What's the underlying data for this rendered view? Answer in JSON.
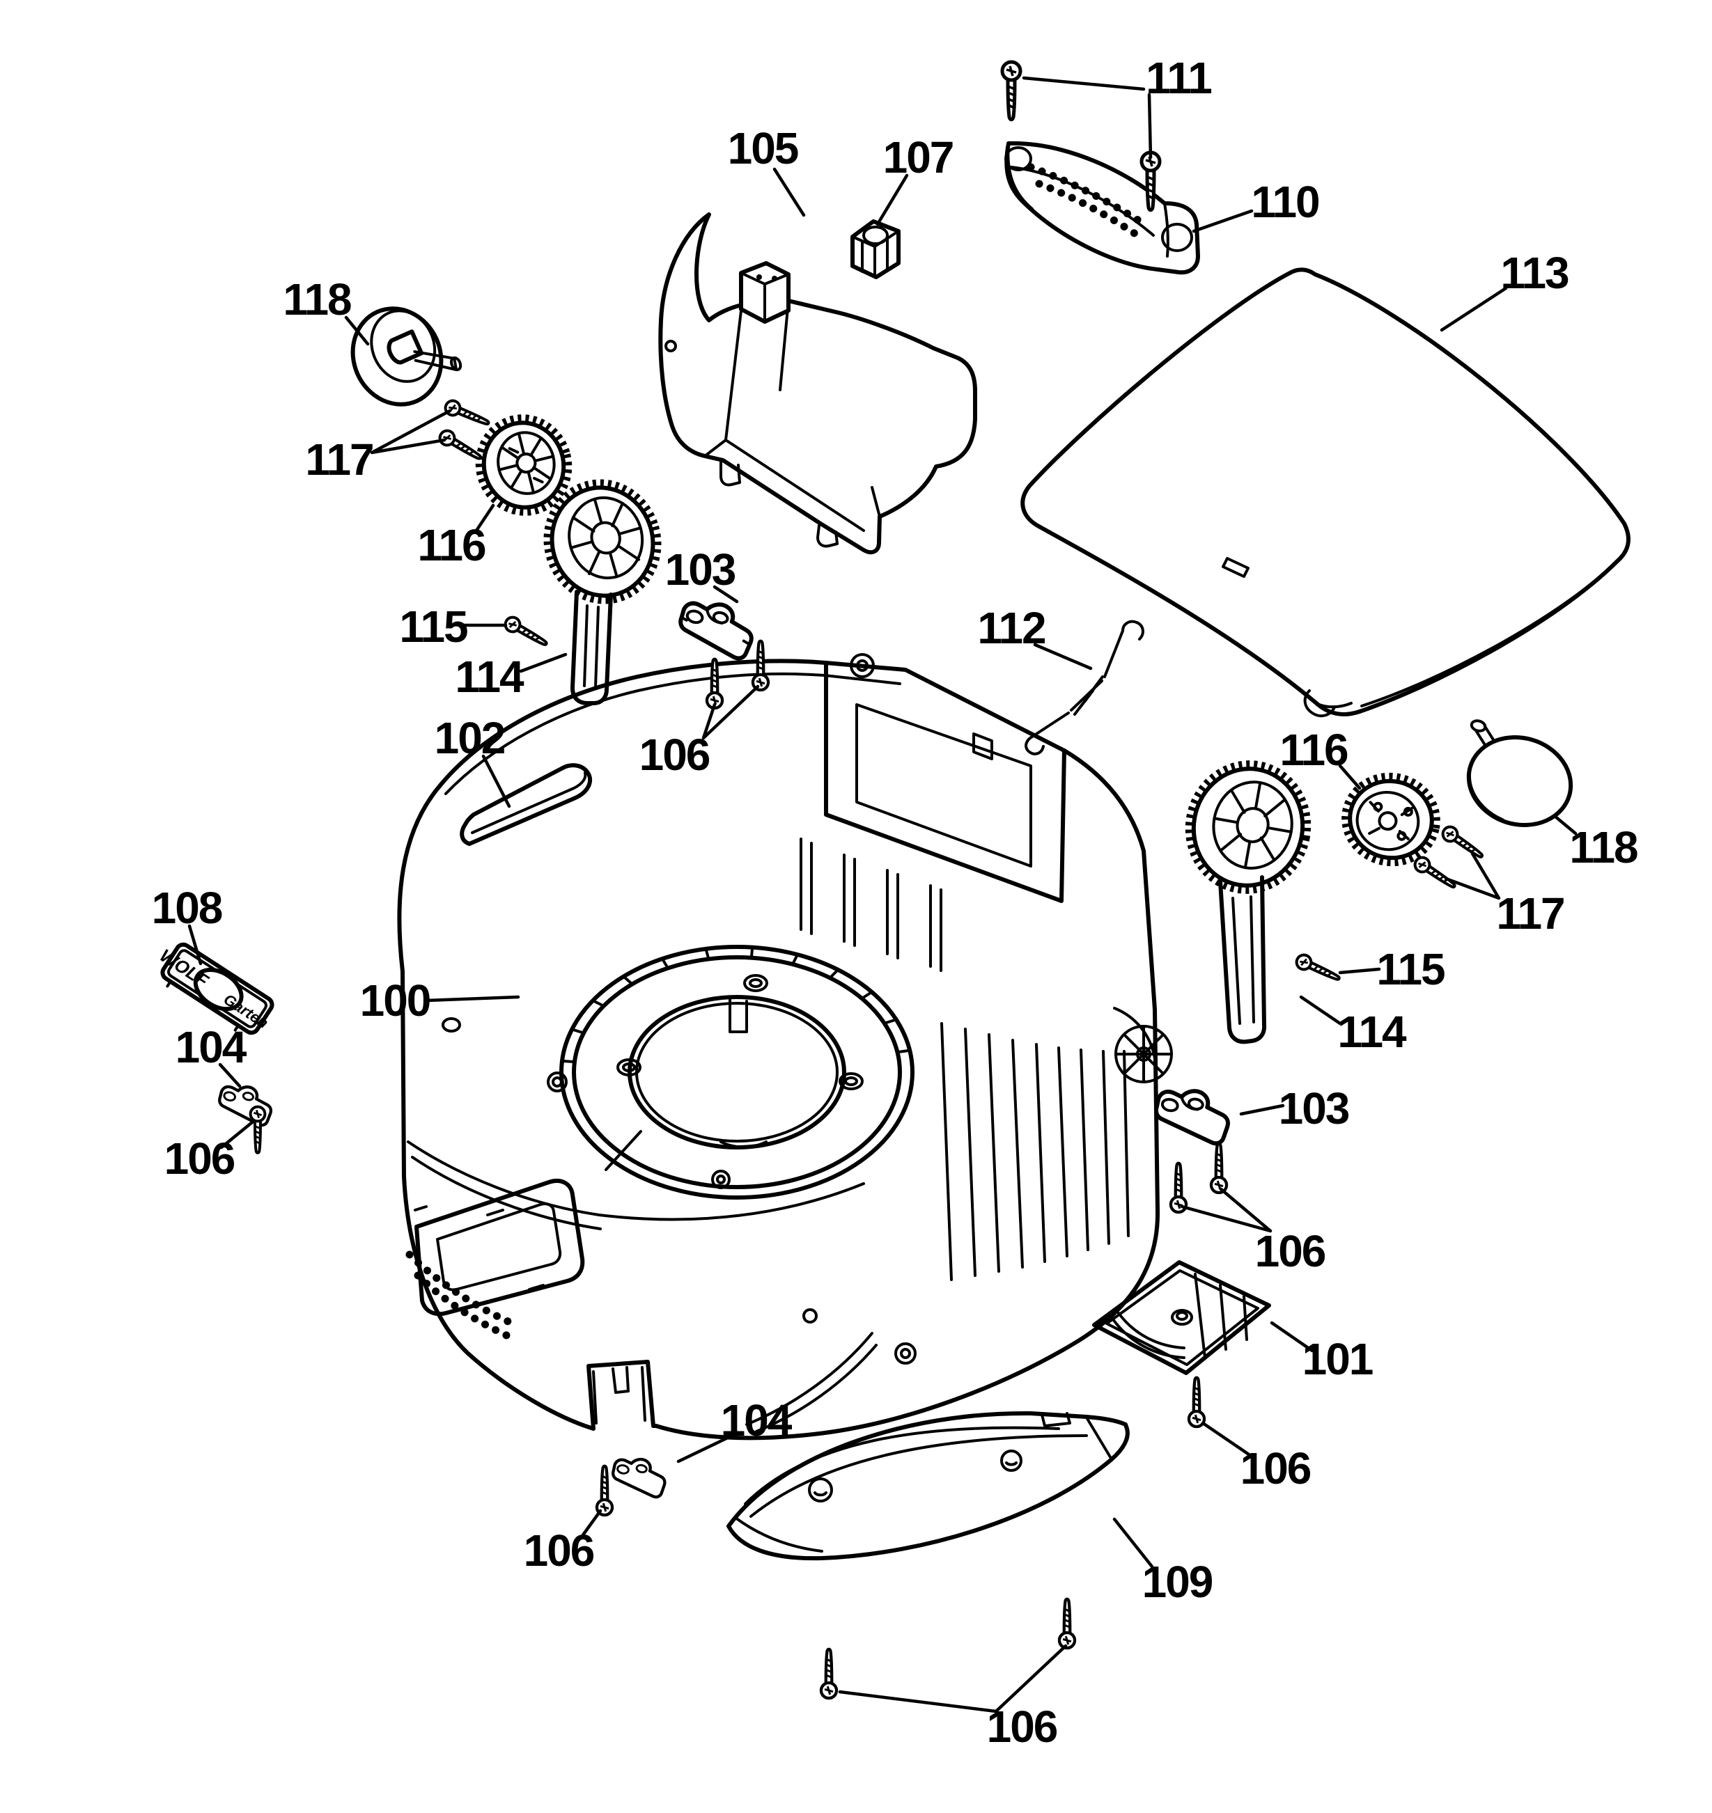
{
  "diagram": {
    "kind": "exploded-parts-diagram",
    "subject": "lawn mower deck assembly",
    "background_color": "#ffffff",
    "line_color": "#000000"
  },
  "brand_badge": {
    "top_text": "WOLF",
    "bottom_text": "Garten"
  },
  "callouts": [
    {
      "number": "100",
      "points_to": "mower-deck-housing"
    },
    {
      "number": "101",
      "points_to": "mulch-insert-grid"
    },
    {
      "number": "102",
      "points_to": "cover-strip"
    },
    {
      "number": "103",
      "points_to": "bearing-clamp-left"
    },
    {
      "number": "103",
      "points_to": "bearing-clamp-right"
    },
    {
      "number": "104",
      "points_to": "small-clamp-left"
    },
    {
      "number": "104",
      "points_to": "small-clamp-front"
    },
    {
      "number": "105",
      "points_to": "motor-cover"
    },
    {
      "number": "106",
      "points_to": "screws-left-middle"
    },
    {
      "number": "106",
      "points_to": "screw-left-lower"
    },
    {
      "number": "106",
      "points_to": "screws-right-middle"
    },
    {
      "number": "106",
      "points_to": "screw-below-grid"
    },
    {
      "number": "106",
      "points_to": "screw-bottom-left"
    },
    {
      "number": "106",
      "points_to": "screws-bottom-center"
    },
    {
      "number": "107",
      "points_to": "terminal-block"
    },
    {
      "number": "108",
      "points_to": "brand-badge"
    },
    {
      "number": "109",
      "points_to": "front-bumper"
    },
    {
      "number": "110",
      "points_to": "carry-handle"
    },
    {
      "number": "111",
      "points_to": "handle-screws"
    },
    {
      "number": "112",
      "points_to": "tension-spring"
    },
    {
      "number": "113",
      "points_to": "rear-flap-lid"
    },
    {
      "number": "114",
      "points_to": "wheel-gear-arm-left"
    },
    {
      "number": "114",
      "points_to": "wheel-gear-arm-right"
    },
    {
      "number": "115",
      "points_to": "arm-screw-left"
    },
    {
      "number": "115",
      "points_to": "arm-screw-right"
    },
    {
      "number": "116",
      "points_to": "drive-gear-left"
    },
    {
      "number": "116",
      "points_to": "drive-gear-right"
    },
    {
      "number": "117",
      "points_to": "gear-screws-left"
    },
    {
      "number": "117",
      "points_to": "gear-screws-right"
    },
    {
      "number": "118",
      "points_to": "wheel-cap-left"
    },
    {
      "number": "118",
      "points_to": "wheel-cap-right"
    }
  ]
}
